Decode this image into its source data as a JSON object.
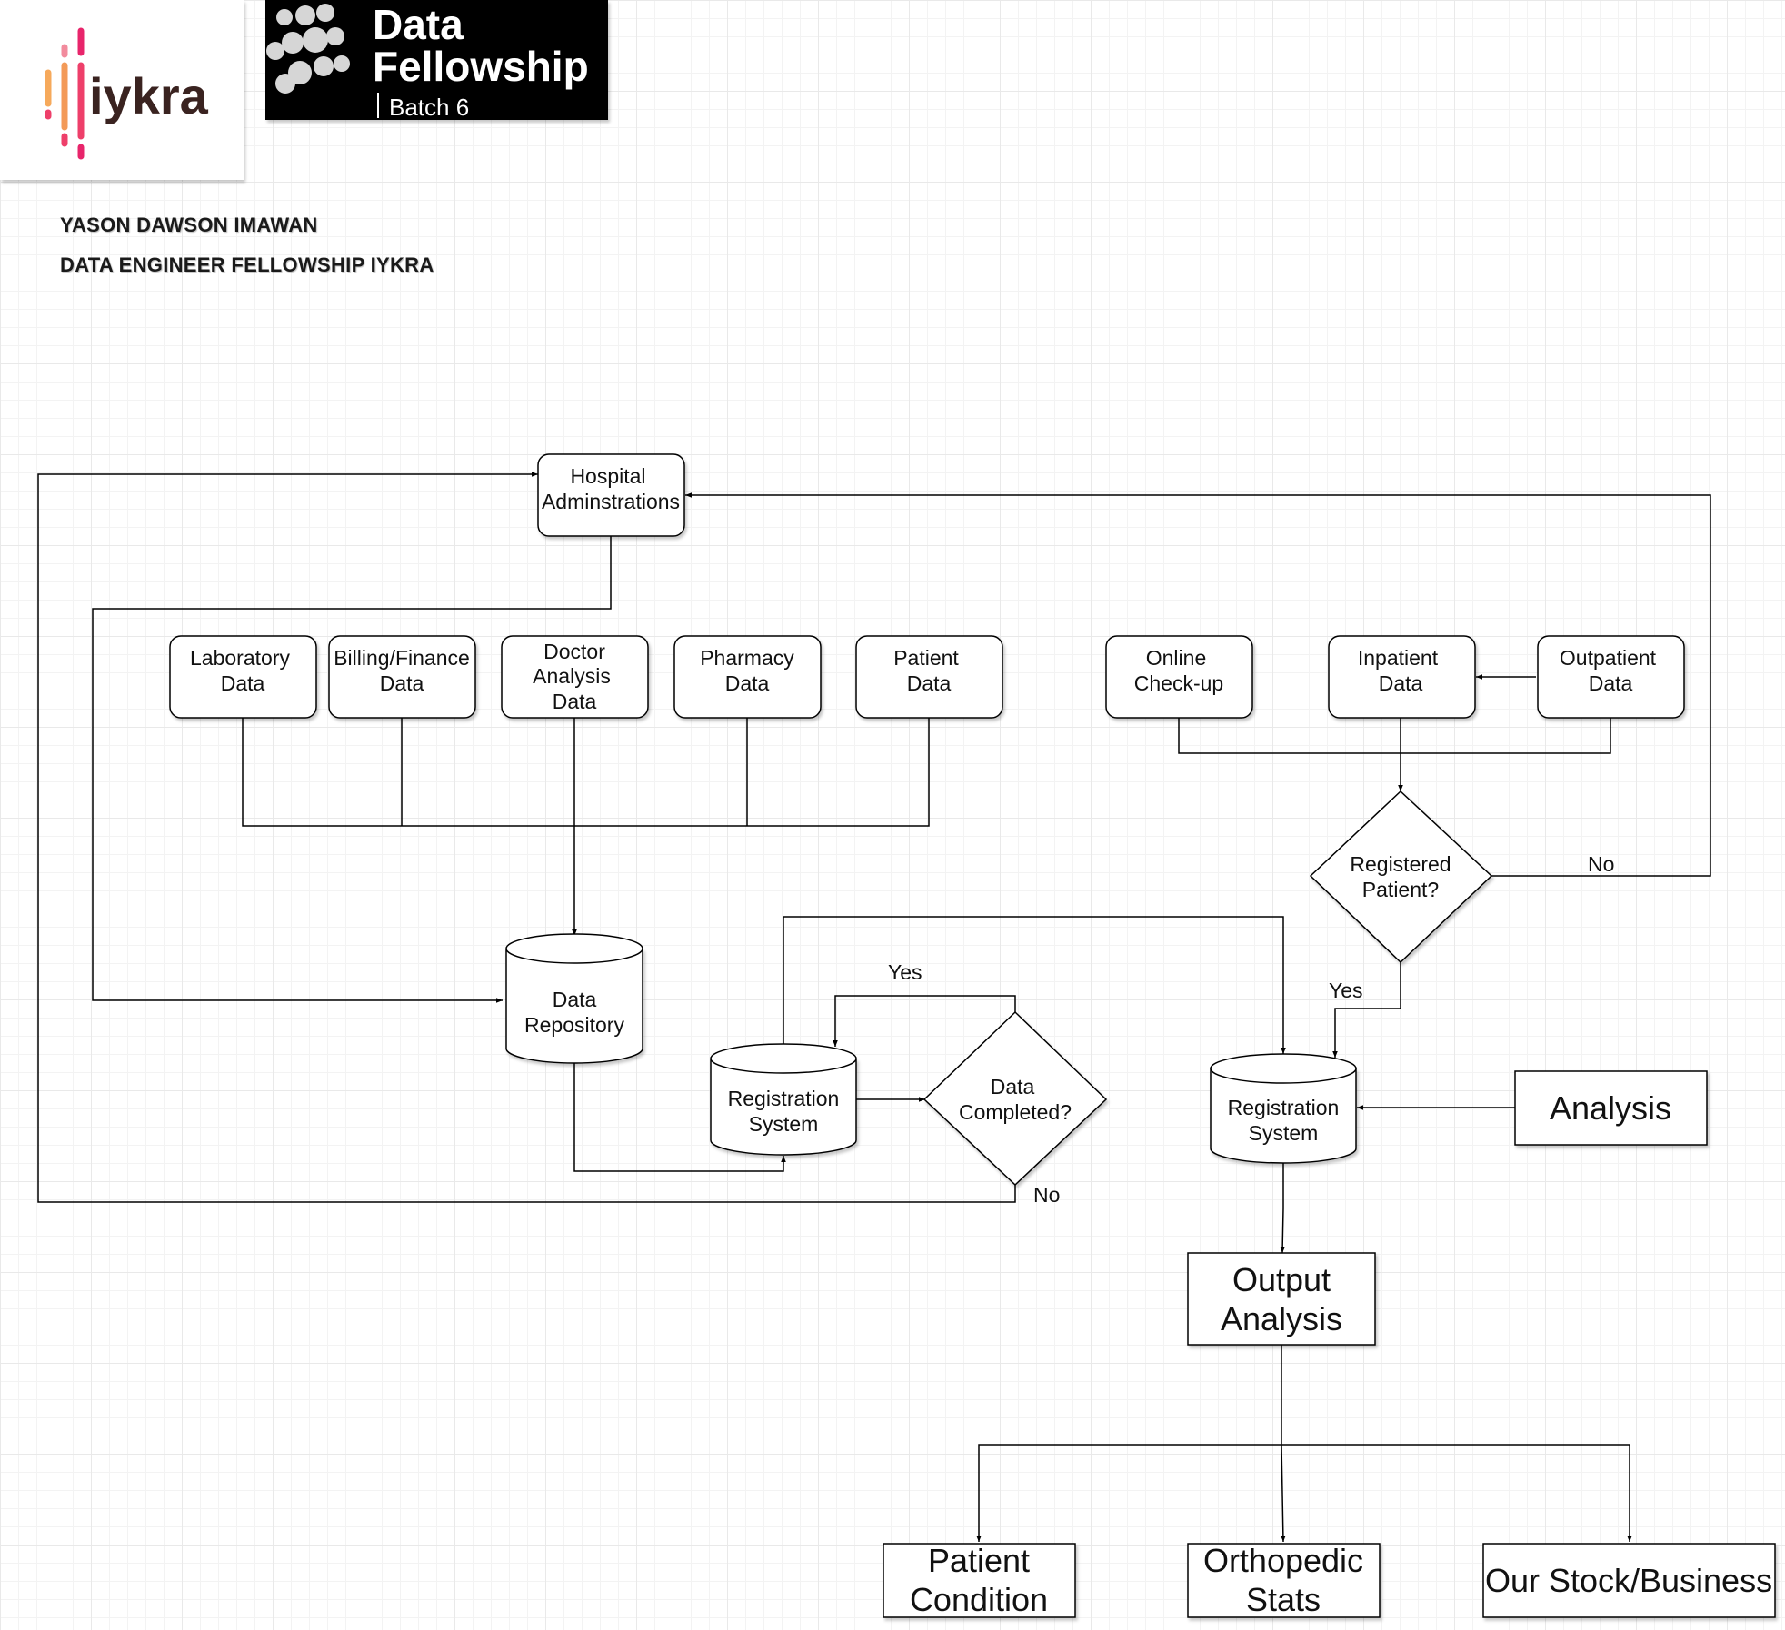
{
  "logos": {
    "iykra": {
      "wordmark": "iykra"
    },
    "fellowship": {
      "line1": "Data",
      "line2": "Fellowship",
      "line3": "Batch 6"
    }
  },
  "author": {
    "name": "YASON DAWSON IMAWAN",
    "program": "DATA ENGINEER FELLOWSHIP IYKRA"
  },
  "nodes": {
    "hospital_admin": [
      "Hospital",
      "Adminstrations"
    ],
    "laboratory": [
      "Laboratory",
      "Data"
    ],
    "billing": [
      "Billing/Finance",
      "Data"
    ],
    "doctor": [
      "Doctor",
      "Analysis",
      "Data"
    ],
    "pharmacy": [
      "Pharmacy",
      "Data"
    ],
    "patient_data": [
      "Patient",
      "Data"
    ],
    "online": [
      "Online",
      "Check-up"
    ],
    "inpatient": [
      "Inpatient",
      "Data"
    ],
    "outpatient": [
      "Outpatient",
      "Data"
    ],
    "registered": [
      "Registered",
      "Patient?"
    ],
    "data_repository": [
      "Data",
      "Repository"
    ],
    "registration_left": [
      "Registration",
      "System"
    ],
    "data_completed": [
      "Data",
      "Completed?"
    ],
    "registration_right": [
      "Registration",
      "System"
    ],
    "analysis": [
      "Analysis"
    ],
    "output_analysis": [
      "Output",
      "Analysis"
    ],
    "patient_condition": [
      "Patient",
      "Condition"
    ],
    "orthopedic": [
      "Orthopedic",
      "Stats"
    ],
    "stock": [
      "Our Stock/Business"
    ]
  },
  "edge_labels": {
    "registered_no": "No",
    "registered_yes": "Yes",
    "completed_yes": "Yes",
    "completed_no": "No"
  }
}
